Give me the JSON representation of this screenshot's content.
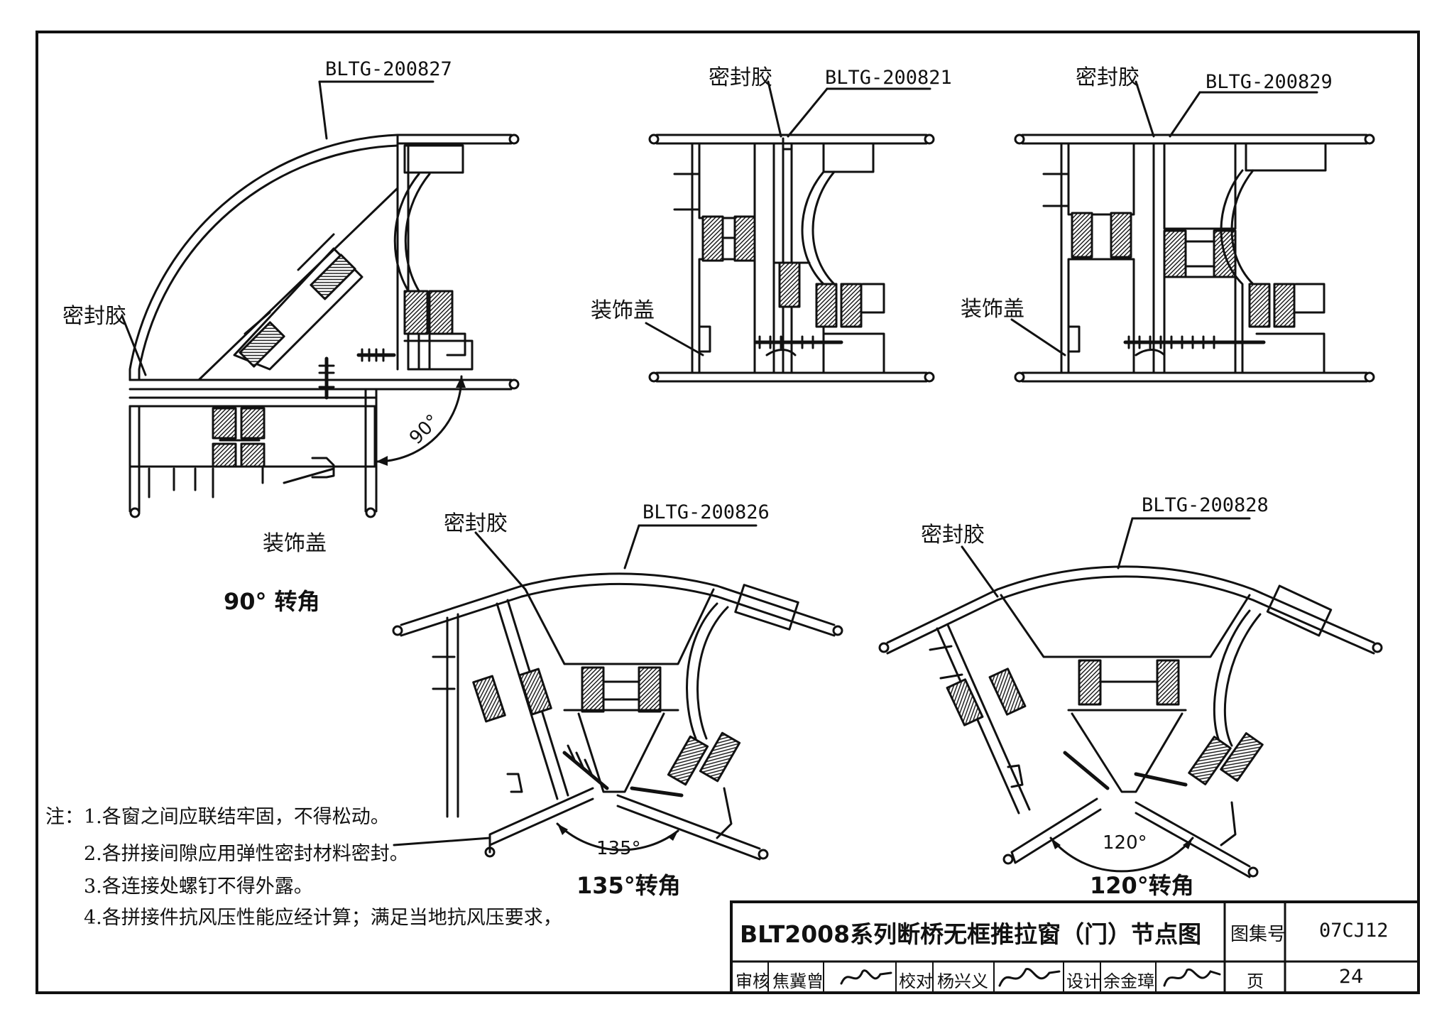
{
  "corners": {
    "c90": {
      "code": "BLTG-200827",
      "sealant": "密封胶",
      "cover": "装饰盖",
      "angle": "90°",
      "title": "90° 转角"
    },
    "top_mid": {
      "sealant": "密封胶",
      "code": "BLTG-200821",
      "cover": "装饰盖"
    },
    "top_right": {
      "sealant": "密封胶",
      "code": "BLTG-200829",
      "cover": "装饰盖"
    },
    "c135": {
      "sealant": "密封胶",
      "code": "BLTG-200826",
      "angle": "135°",
      "title": "135°转角"
    },
    "c120": {
      "sealant": "密封胶",
      "code": "BLTG-200828",
      "angle": "120°",
      "title": "120°转角"
    }
  },
  "notes": {
    "prefix": "注：",
    "items": [
      "1.各窗之间应联结牢固，不得松动。",
      "2.各拼接间隙应用弹性密封材料密封。",
      "3.各连接处螺钉不得外露。",
      "4.各拼接件抗风压性能应经计算；满足当地抗风压要求，"
    ]
  },
  "title_block": {
    "title": "BLT2008系列断桥无框推拉窗（门）节点图",
    "atlas_label": "图集号",
    "atlas_no": "07CJ12",
    "review_label": "审核",
    "review_name": "焦冀曾",
    "check_label": "校对",
    "check_name": "杨兴义",
    "design_label": "设计",
    "design_name": "余金璋",
    "page_label": "页",
    "page_no": "24"
  }
}
